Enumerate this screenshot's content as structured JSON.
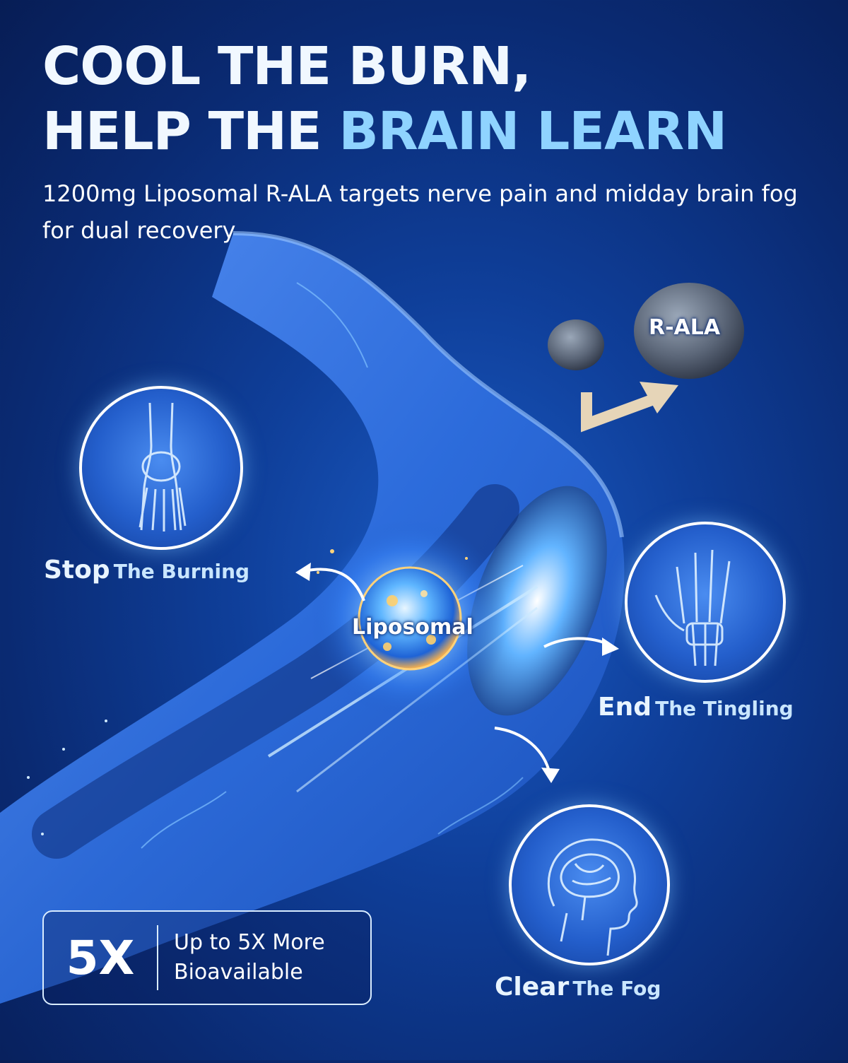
{
  "headline": {
    "line1": "COOL THE BURN,",
    "line2_plain": "HELP THE ",
    "line2_accent": "BRAIN LEARN"
  },
  "subheadline": "1200mg Liposomal R-ALA targets nerve pain and midday brain fog for dual recovery",
  "labels": {
    "r_ala": "R-ALA",
    "liposomal": "Liposomal"
  },
  "benefits": [
    {
      "strong": "Stop",
      "light": "The Burning",
      "icon": "foot-bones-icon"
    },
    {
      "strong": "End",
      "light": "The Tingling",
      "icon": "hand-bones-icon"
    },
    {
      "strong": "Clear",
      "light": "The Fog",
      "icon": "brain-head-icon"
    }
  ],
  "badge": {
    "big": "5X",
    "text_line1": "Up to 5X More",
    "text_line2": "Bioavailable"
  },
  "colors": {
    "background": "#0a2a72",
    "accent": "#8fd3ff",
    "arrow_beige": "#e6d5b8"
  }
}
